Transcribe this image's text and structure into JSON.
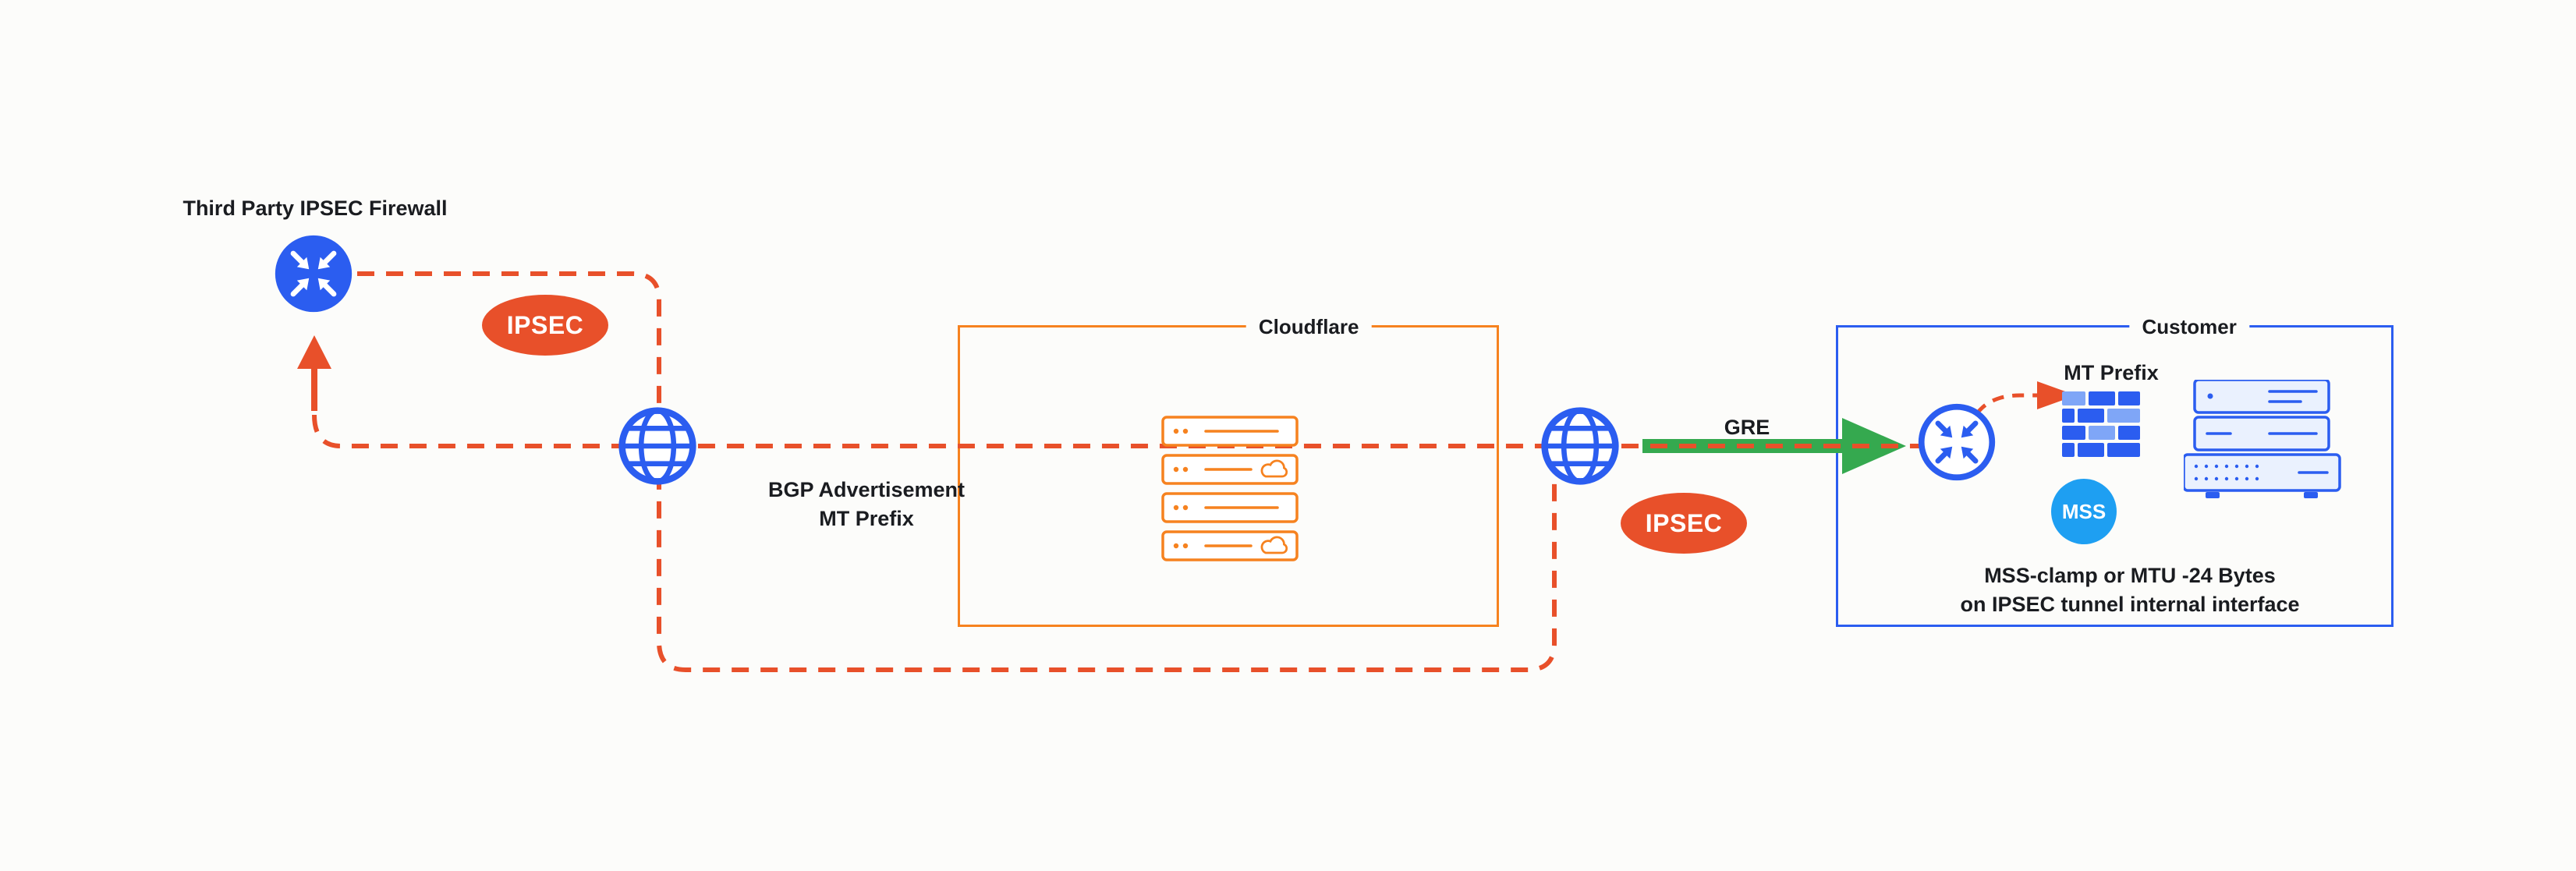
{
  "diagram": {
    "third_party_label": "Third Party IPSEC Firewall",
    "ipsec_label": "IPSEC",
    "bgp_advertisement_line1": "BGP Advertisement",
    "bgp_advertisement_line2": "MT Prefix",
    "gre_label": "GRE",
    "cloudflare_box_label": "Cloudflare",
    "customer_box_label": "Customer",
    "mt_prefix_label": "MT Prefix",
    "mss_badge_label": "MSS",
    "mss_note_line1": "MSS-clamp or MTU -24 Bytes",
    "mss_note_line2": "on IPSEC tunnel internal interface",
    "icons": {
      "third_party_router": "router-exchange-icon",
      "internet_left": "globe-icon",
      "internet_right": "globe-icon",
      "cloudflare_servers": "server-stack-icon",
      "customer_router": "router-exchange-icon",
      "customer_firewall": "firewall-bricks-icon",
      "customer_servers": "server-stack-icon",
      "cloud_badge": "cloud-icon"
    },
    "colors": {
      "blue": "#2B5DF0",
      "light_blue": "#1E9FF2",
      "orange": "#F6821F",
      "red": "#E8502A",
      "green": "#35A94F",
      "text": "#1A1C20",
      "background": "#FCFCFA",
      "server_fill": "#EAF1FE",
      "brick_light": "#7FA6F7"
    }
  }
}
